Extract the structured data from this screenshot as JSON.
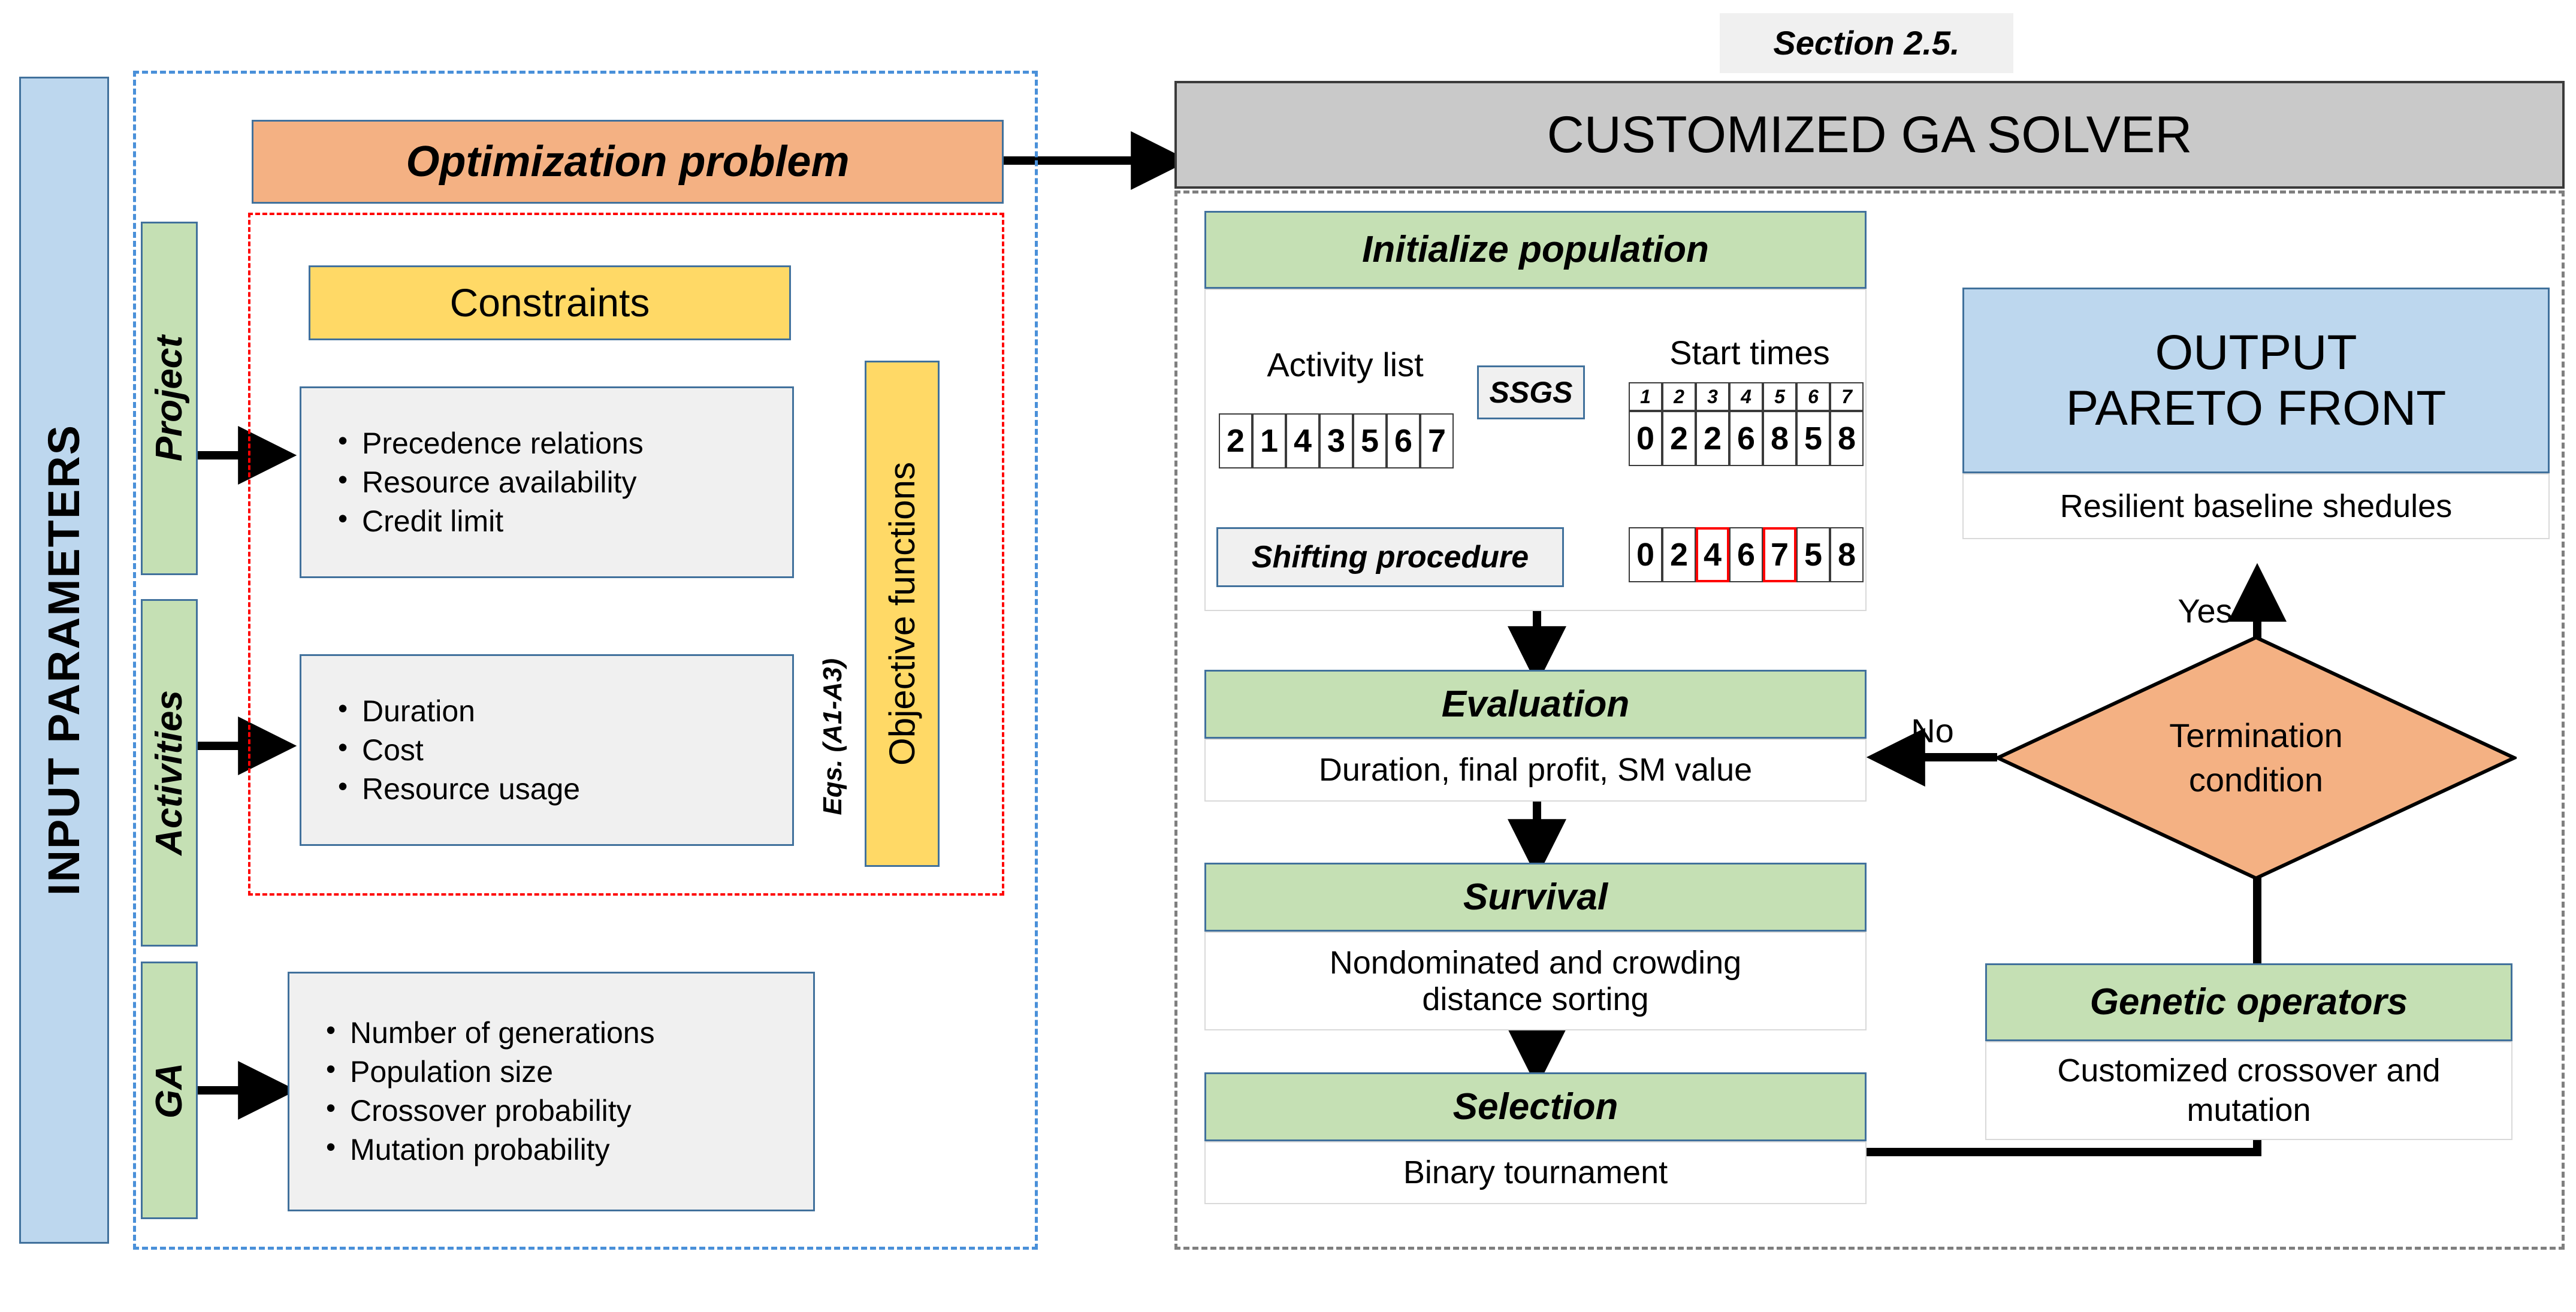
{
  "colors": {
    "orange": "#F4B183",
    "green": "#C5E0B4",
    "yellow": "#FFD966",
    "light_blue": "#BDD7EE",
    "gray": "#C9C9C9",
    "blue_border": "#41719C",
    "dashed_blue": "#4A90D9",
    "dashed_red": "#FF0000",
    "dashed_gray": "#7F7F7F",
    "highlight_red": "#FF0000"
  },
  "input_panel": {
    "title": "INPUT PARAMETERS",
    "optimization_problem": "Optimization problem",
    "constraints": "Constraints",
    "objective_functions": "Objective functions",
    "eqs_label": "Eqs. (A1-A3)",
    "groups": [
      {
        "label": "Project",
        "items": [
          "Precedence relations",
          "Resource availability",
          "Credit limit"
        ]
      },
      {
        "label": "Activities",
        "items": [
          "Duration",
          "Cost",
          "Resource usage"
        ]
      },
      {
        "label": "GA",
        "items": [
          "Number of generations",
          "Population size",
          "Crossover probability",
          "Mutation probability"
        ]
      }
    ]
  },
  "solver": {
    "section_tag": "Section 2.5.",
    "title": "CUSTOMIZED GA SOLVER",
    "initialize": {
      "header": "Initialize population",
      "activity_list_label": "Activity list",
      "activity_list": [
        "2",
        "1",
        "4",
        "3",
        "5",
        "6",
        "7"
      ],
      "ssgs_label": "SSGS",
      "start_times_label": "Start times",
      "start_times_index": [
        "1",
        "2",
        "3",
        "4",
        "5",
        "6",
        "7"
      ],
      "start_times_values": [
        "0",
        "2",
        "2",
        "6",
        "8",
        "5",
        "8"
      ],
      "shifting_label": "Shifting procedure",
      "shifted_values": [
        "0",
        "2",
        "4",
        "6",
        "7",
        "5",
        "8"
      ],
      "shifted_highlight_indices": [
        2,
        4
      ]
    },
    "stages": [
      {
        "header": "Evaluation",
        "body": "Duration, final profit, SM value"
      },
      {
        "header": "Survival",
        "body": "Nondominated and crowding\ndistance sorting"
      },
      {
        "header": "Selection",
        "body": "Binary tournament"
      }
    ],
    "genetic_operators": {
      "header": "Genetic operators",
      "body": "Customized crossover and\nmutation"
    },
    "termination": {
      "label": "Termination\ncondition",
      "yes_label": "Yes",
      "no_label": "No"
    },
    "output": {
      "header": "OUTPUT\nPARETO FRONT",
      "body": "Resilient baseline shedules"
    }
  }
}
